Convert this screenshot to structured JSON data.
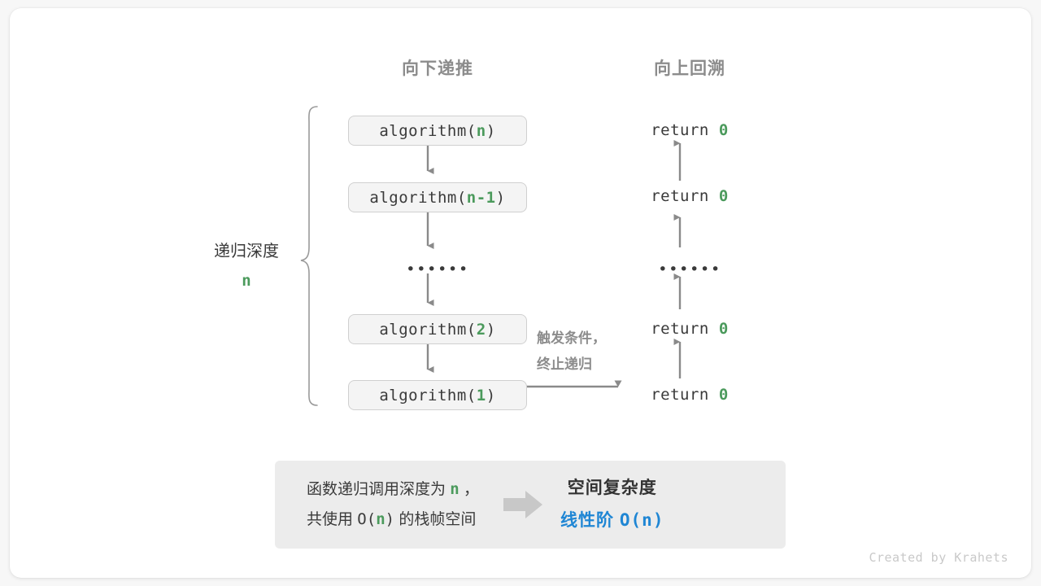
{
  "headers": {
    "left": "向下递推",
    "right": "向上回溯"
  },
  "depth": {
    "label": "递归深度",
    "value": "n"
  },
  "calls": [
    {
      "name": "algorithm(",
      "arg": "n",
      "close": ")"
    },
    {
      "name": "algorithm(",
      "arg": "n-1",
      "close": ")"
    },
    {
      "name": "algorithm(",
      "arg": "2",
      "close": ")"
    },
    {
      "name": "algorithm(",
      "arg": "1",
      "close": ")"
    }
  ],
  "ellipsis": "••••••",
  "returns": [
    {
      "keyword": "return",
      "value": "0"
    },
    {
      "keyword": "return",
      "value": "0"
    },
    {
      "keyword": "return",
      "value": "0"
    },
    {
      "keyword": "return",
      "value": "0"
    }
  ],
  "condition_note": {
    "line1": "触发条件，",
    "line2": "终止递归"
  },
  "summary": {
    "left_line1_a": "函数递归调用深度为",
    "left_line1_n": "n",
    "left_line1_b": "，",
    "left_line2_a": "共使用",
    "left_line2_o": "O(",
    "left_line2_n": "n",
    "left_line2_c": ")",
    "left_line2_b": "的栈帧空间",
    "arrow_icon": "right-arrow-icon",
    "right_title": "空间复杂度",
    "right_value_text": "线性阶",
    "right_value_mono": "O(n)"
  },
  "credit": "Created by Krahets",
  "colors": {
    "accent_green": "#4b9a5c",
    "accent_blue": "#1f86d4",
    "text_dark": "#3a3a3a",
    "text_muted": "#8c8c8c",
    "box_fill": "#f4f4f4",
    "box_border": "#d0d0d0",
    "panel_fill": "#ececec",
    "arrow_gray": "#8a8a8a",
    "big_arrow_gray": "#c8c8c8"
  }
}
